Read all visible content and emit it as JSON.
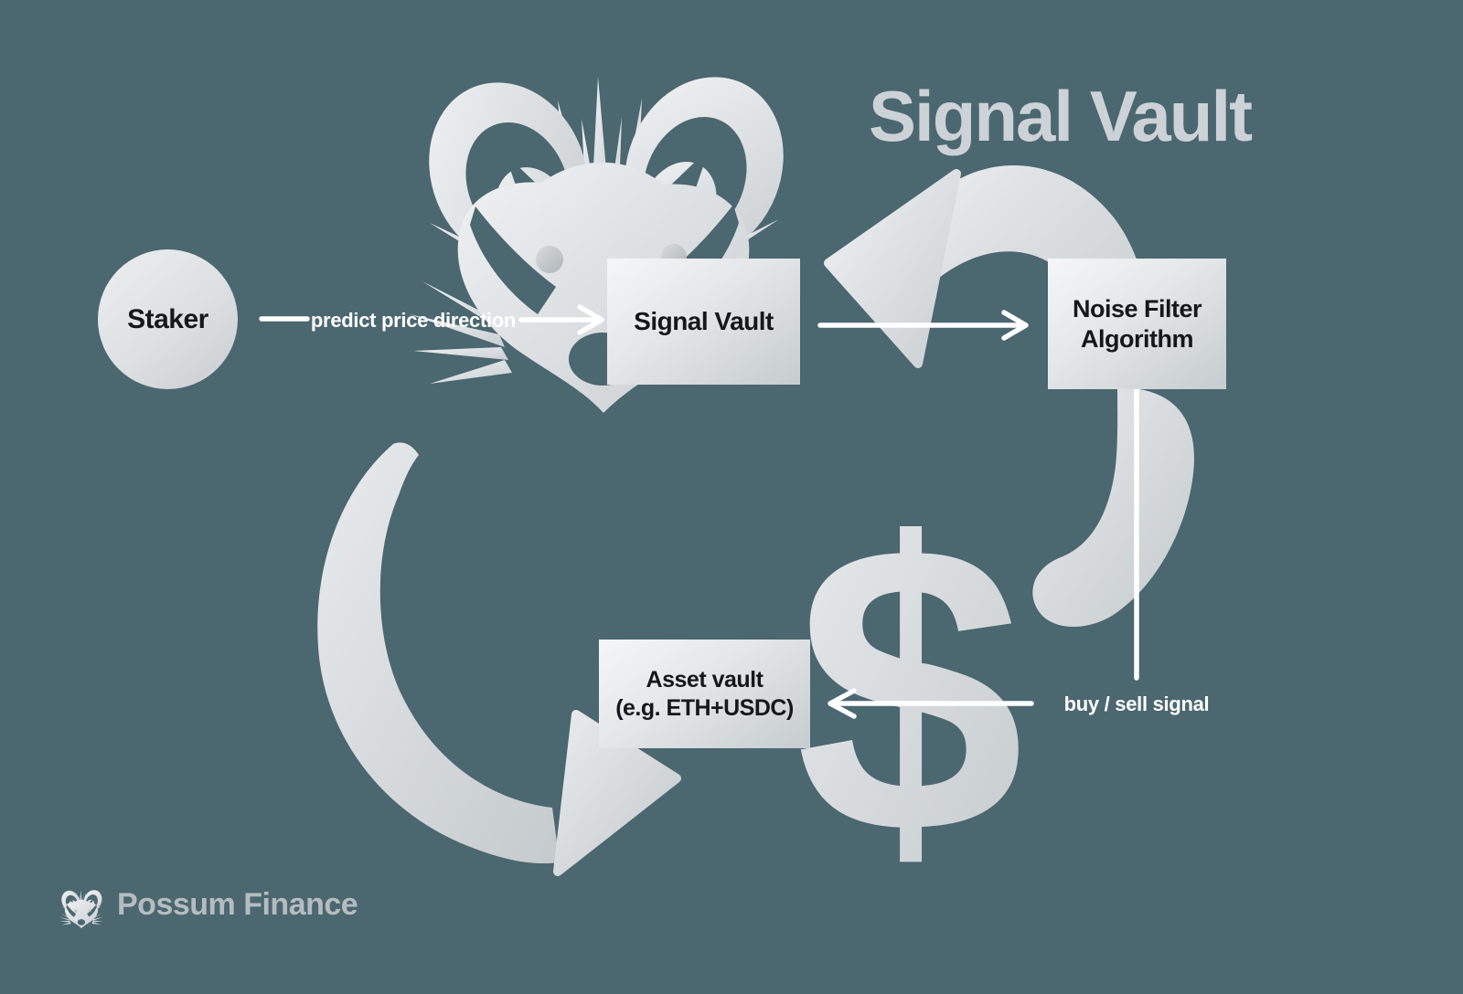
{
  "title": "Signal Vault",
  "nodes": {
    "staker": {
      "label": "Staker"
    },
    "signal_vault": {
      "label": "Signal Vault"
    },
    "noise_filter": {
      "line1": "Noise Filter",
      "line2": "Algorithm"
    },
    "asset_vault": {
      "line1": "Asset vault",
      "line2": "(e.g. ETH+USDC)"
    }
  },
  "labels": {
    "predict": "predict price direction",
    "buy_sell": "buy / sell signal"
  },
  "icons": {
    "dollar": "$",
    "possum_head": "possum-head-illustration",
    "cycle_arrow_back": "curved-arrow-left-icon",
    "cycle_arrow_down": "curved-arrow-swoosh-icon"
  },
  "brand": {
    "name": "Possum Finance"
  },
  "colors": {
    "background": "#4b6770",
    "ink": "#15171c",
    "white": "#ffffff",
    "title_gray": "#ccd2d6",
    "brand_gray": "#b5bcc0",
    "art_silver": "#d5d9db"
  }
}
